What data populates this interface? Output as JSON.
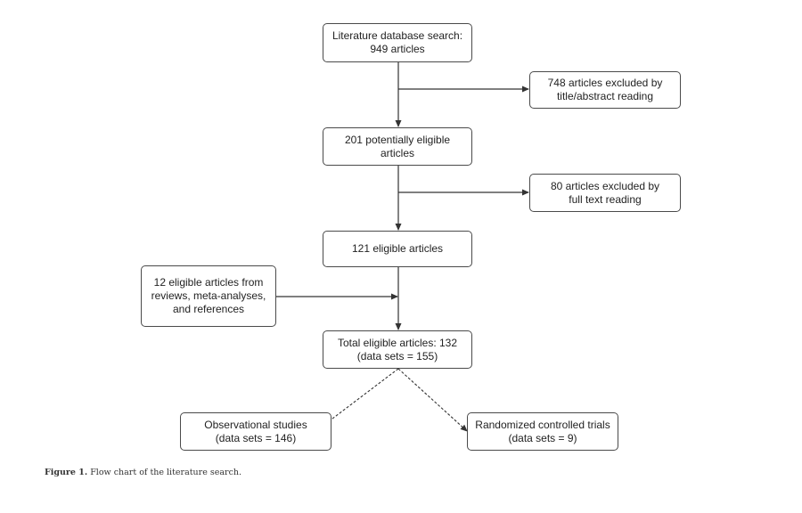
{
  "nodes": {
    "search": "Literature database search:\n949 articles",
    "excluded_title": "748 articles excluded by\ntitle/abstract reading",
    "potentially_eligible": "201 potentially eligible\narticles",
    "excluded_fulltext": "80 articles excluded by\nfull text reading",
    "eligible": "121 eligible articles",
    "additional": "12 eligible articles from\nreviews, meta-analyses,\nand references",
    "total": "Total eligible articles: 132\n(data sets = 155)",
    "observational": "Observational studies\n(data sets = 146)",
    "rct": "Randomized controlled trials\n(data sets = 9)"
  },
  "caption": {
    "label": "Figure 1.",
    "text": " Flow chart of the literature search."
  },
  "colors": {
    "line": "#333333",
    "border": "#4a4a4a"
  }
}
